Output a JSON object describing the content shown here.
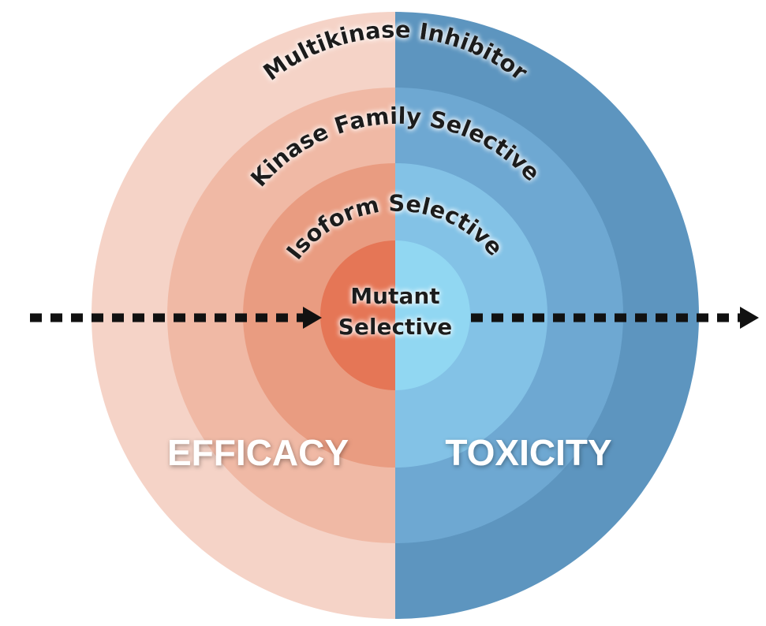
{
  "rings": {
    "outer": "Multikinase Inhibitor",
    "second": "Kinase Family Selective",
    "third": "Isoform Selective"
  },
  "center": {
    "line1": "Mutant",
    "line2": "Selective"
  },
  "sides": {
    "left": "EFFICACY",
    "right": "TOXICITY"
  },
  "colors": {
    "left_outer": "#f5d3c7",
    "left_ring2": "#f0b9a5",
    "left_ring3": "#e99c81",
    "left_center": "#e57656",
    "right_outer": "#5d95bf",
    "right_ring2": "#6ea8d2",
    "right_ring3": "#83c2e6",
    "right_center": "#91d7f2",
    "arrow": "#111111",
    "side_label": "#ffffff",
    "ring_text": "#1a1a1a"
  }
}
